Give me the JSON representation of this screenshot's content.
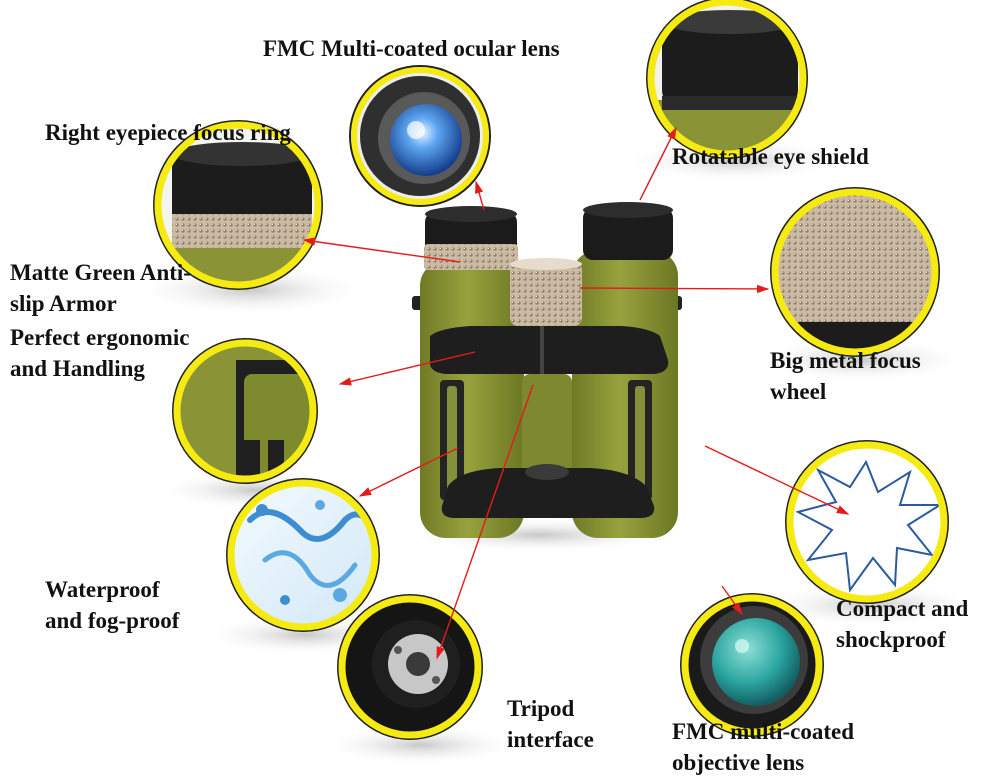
{
  "labels": {
    "ocular_lens": "FMC Multi-coated ocular lens",
    "eyepiece_focus_ring": "Right eyepiece focus ring",
    "eye_shield": "Rotatable eye shield",
    "armor_line1": "Matte Green Anti-",
    "armor_line2": "slip Armor",
    "ergonomic_line1": "Perfect ergonomic",
    "ergonomic_line2": "and Handling",
    "focus_wheel_line1": "Big metal focus",
    "focus_wheel_line2": "wheel",
    "waterproof_line1": "Waterproof",
    "waterproof_line2": "and fog-proof",
    "shockproof_line1": "Compact and",
    "shockproof_line2": "shockproof",
    "tripod_line1": "Tripod",
    "tripod_line2": "interface",
    "objective_line1": "FMC multi-coated",
    "objective_line2": "objective lens"
  },
  "colors": {
    "armor_green": "#8a9436",
    "armor_green_dark": "#6f7a26",
    "callout_ring": "#f5ea12",
    "callout_outline": "#222222",
    "pointer_arrow": "#e41b1b",
    "bridge_black": "#1e1e1e",
    "metal_knurl": "#d6c7b0",
    "lens_blue": "#2f7fe0",
    "lens_teal": "#2ba5a0"
  }
}
